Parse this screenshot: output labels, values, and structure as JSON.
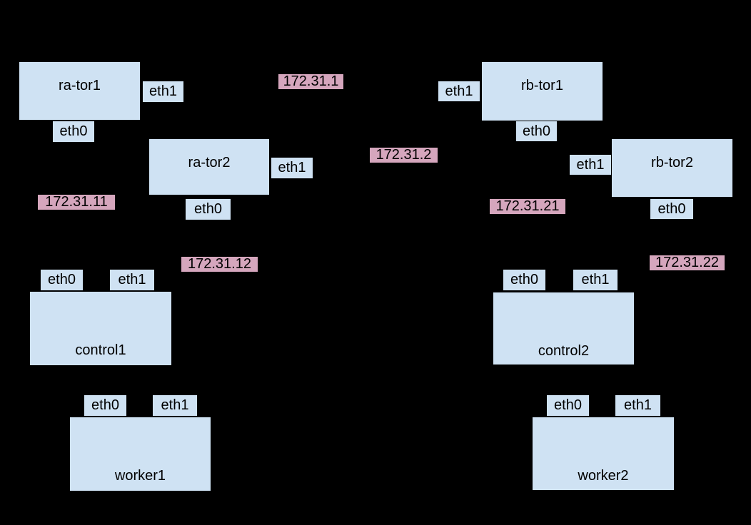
{
  "diagram": {
    "colors": {
      "background": "#000000",
      "node_fill": "#cfe2f3",
      "node_border": "#000000",
      "ip_label_fill": "#d5a6bd",
      "text": "#000000"
    },
    "nodes": [
      {
        "id": "ra-tor1",
        "label": "ra-tor1",
        "ports": [
          {
            "name": "eth0"
          },
          {
            "name": "eth1"
          }
        ]
      },
      {
        "id": "rb-tor1",
        "label": "rb-tor1",
        "ports": [
          {
            "name": "eth0"
          },
          {
            "name": "eth1"
          }
        ]
      },
      {
        "id": "ra-tor2",
        "label": "ra-tor2",
        "ports": [
          {
            "name": "eth0"
          },
          {
            "name": "eth1"
          }
        ]
      },
      {
        "id": "rb-tor2",
        "label": "rb-tor2",
        "ports": [
          {
            "name": "eth0"
          },
          {
            "name": "eth1"
          }
        ]
      },
      {
        "id": "control1",
        "label": "control1",
        "ports": [
          {
            "name": "eth0"
          },
          {
            "name": "eth1"
          }
        ]
      },
      {
        "id": "control2",
        "label": "control2",
        "ports": [
          {
            "name": "eth0"
          },
          {
            "name": "eth1"
          }
        ]
      },
      {
        "id": "worker1",
        "label": "worker1",
        "ports": [
          {
            "name": "eth0"
          },
          {
            "name": "eth1"
          }
        ]
      },
      {
        "id": "worker2",
        "label": "worker2",
        "ports": [
          {
            "name": "eth0"
          },
          {
            "name": "eth1"
          }
        ]
      }
    ],
    "ip_labels": [
      {
        "id": "net-172-31-1",
        "label": "172.31.1"
      },
      {
        "id": "net-172-31-2",
        "label": "172.31.2"
      },
      {
        "id": "net-172-31-11",
        "label": "172.31.11"
      },
      {
        "id": "net-172-31-21",
        "label": "172.31.21"
      },
      {
        "id": "net-172-31-12",
        "label": "172.31.12"
      },
      {
        "id": "net-172-31-22",
        "label": "172.31.22"
      }
    ]
  }
}
